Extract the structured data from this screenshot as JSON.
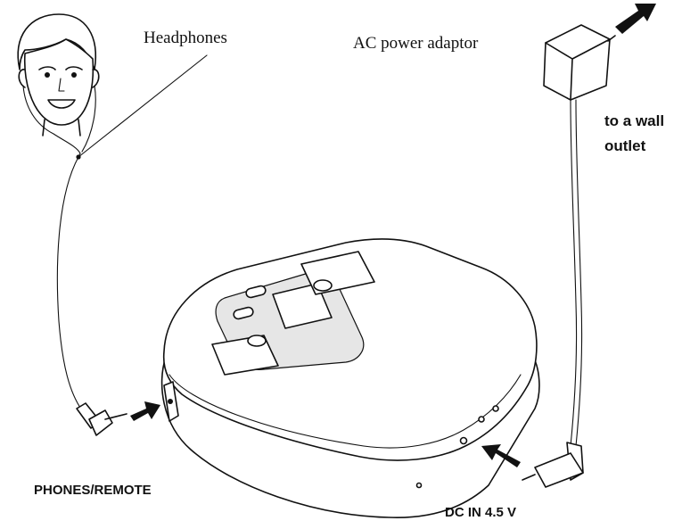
{
  "labels": {
    "headphones": "Headphones",
    "ac_adaptor": "AC power adaptor",
    "wall_outlet_line1": "to a wall",
    "wall_outlet_line2": "outlet",
    "phones_remote": "PHONES/REMOTE",
    "dc_in": "DC IN 4.5 V"
  },
  "icons": [
    "head-with-headphones-icon",
    "cd-player-icon",
    "ac-adaptor-icon",
    "plug-icon",
    "insert-arrow-icon"
  ],
  "colors": {
    "line": "#111111",
    "background": "#ffffff"
  }
}
